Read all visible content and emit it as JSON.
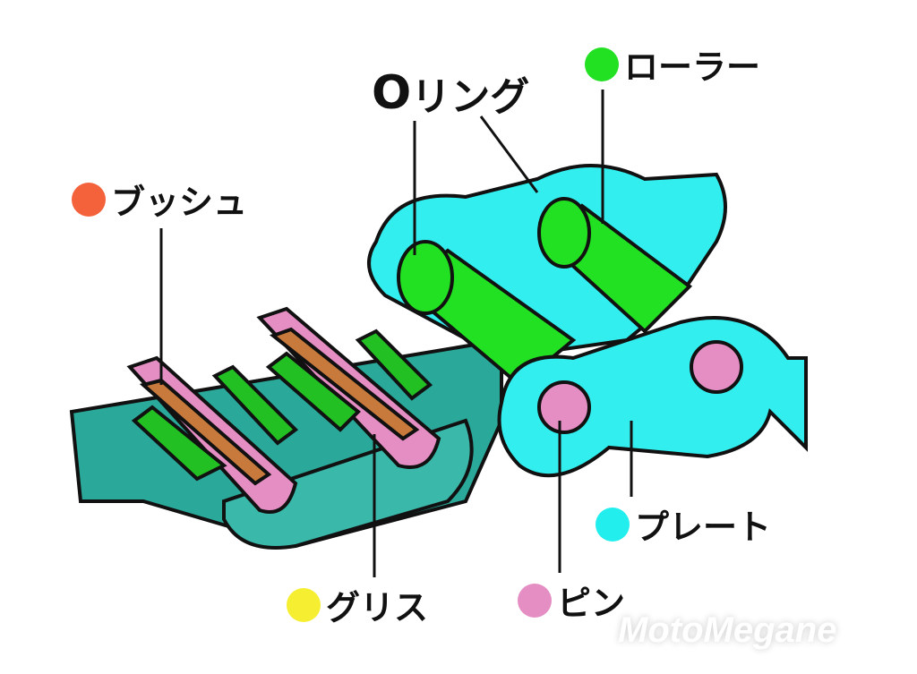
{
  "labels": {
    "bush": {
      "text": "ブッシュ",
      "color": "#f4623c"
    },
    "oring": {
      "prefix": "O",
      "text": "リング"
    },
    "roller": {
      "text": "ローラー",
      "color": "#22e022"
    },
    "plate": {
      "text": "プレート",
      "color": "#22eeee"
    },
    "pin": {
      "text": "ピン",
      "color": "#e58ec4"
    },
    "grease": {
      "text": "グリス",
      "color": "#f6ee30"
    }
  },
  "watermark": "MotoMegane"
}
